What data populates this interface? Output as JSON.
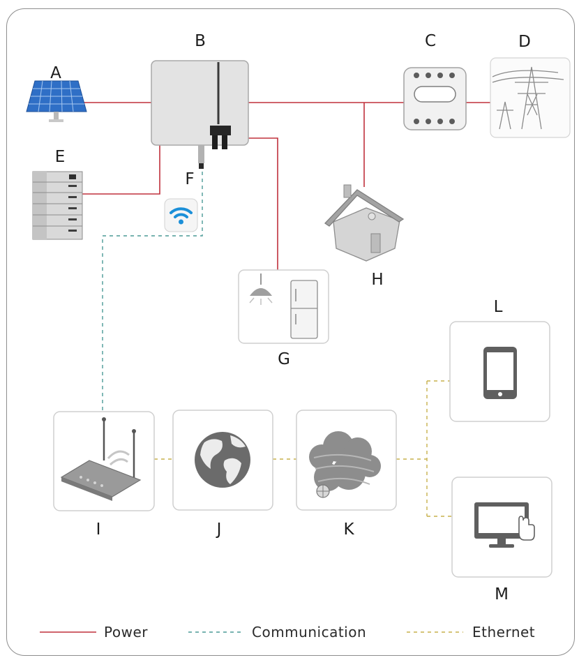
{
  "labels": {
    "a": "A",
    "b": "B",
    "c": "C",
    "d": "D",
    "e": "E",
    "f": "F",
    "g": "G",
    "h": "H",
    "i": "I",
    "j": "J",
    "k": "K",
    "l": "L",
    "m": "M"
  },
  "legend": {
    "power": "Power",
    "communication": "Communication",
    "ethernet": "Ethernet"
  },
  "colors": {
    "power": "#c0303c",
    "communication": "#4a9a96",
    "ethernet": "#c7b04c",
    "wifi": "#1b8fd8"
  }
}
